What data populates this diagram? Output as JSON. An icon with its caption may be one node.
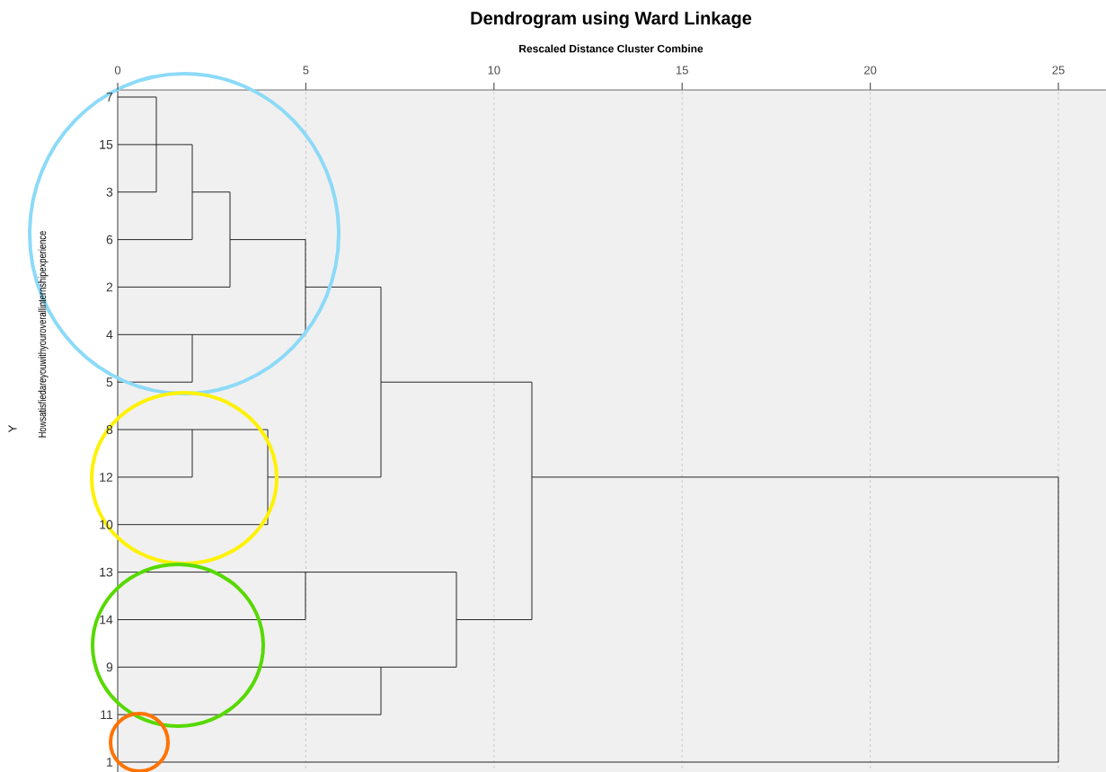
{
  "diagram": {
    "title": "Dendrogram using Ward Linkage",
    "labels": [
      "Rescaled Distance Cluster Combine",
      "0",
      "5",
      "10",
      "15",
      "20",
      "25",
      "Y",
      "Howsatisfiedareyouwithyouroverallinternshipexperience",
      "7",
      "15",
      "3",
      "6",
      "2",
      "4",
      "5",
      "8",
      "12",
      "10",
      "13",
      "14",
      "9",
      "11",
      "1"
    ]
  }
}
